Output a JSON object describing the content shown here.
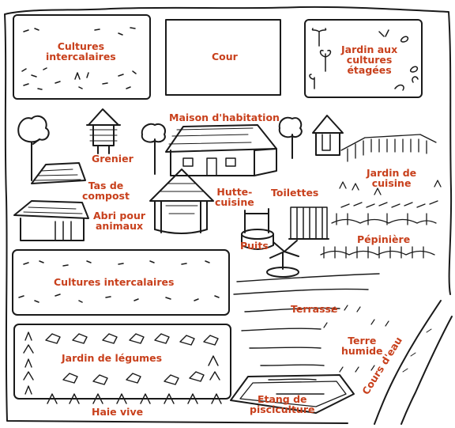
{
  "colors": {
    "label": "#c8401c",
    "ink": "#1a1a1a",
    "paper": "#ffffff"
  },
  "labels": {
    "cultures_intercalaires_top_1": "Cultures",
    "cultures_intercalaires_top_2": "intercalaires",
    "cour": "Cour",
    "jardin_etages_1": "Jardin aux",
    "jardin_etages_2": "cultures",
    "jardin_etages_3": "étagées",
    "maison": "Maison d'habitation",
    "grenier": "Grenier",
    "tas_compost_1": "Tas de",
    "tas_compost_2": "compost",
    "hutte_cuisine_1": "Hutte-",
    "hutte_cuisine_2": "cuisine",
    "toilettes": "Toilettes",
    "jardin_cuisine_1": "Jardin de",
    "jardin_cuisine_2": "cuisine",
    "abri_1": "Abri pour",
    "abri_2": "animaux",
    "puits": "Puits",
    "pepiniere": "Pépinière",
    "cultures_intercalaires_mid": "Cultures intercalaires",
    "terrasse": "Terrasse",
    "terre_humide_1": "Terre",
    "terre_humide_2": "humide",
    "jardin_legumes": "Jardin de légumes",
    "haie_vive": "Haie vive",
    "etang_1": "Etang de",
    "etang_2": "pisciculture",
    "cours_eau": "Cours d'eau"
  }
}
